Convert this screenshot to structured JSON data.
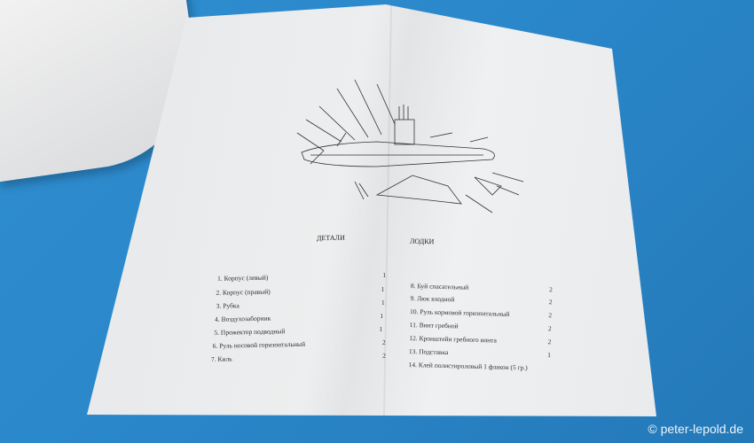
{
  "header_left": "ДЕТАЛИ",
  "header_right": "ЛОДКИ",
  "parts_left": [
    {
      "label": "1. Корпус (левый)",
      "qty": "1"
    },
    {
      "label": "2. Корпус (правый)",
      "qty": "1"
    },
    {
      "label": "3. Рубка",
      "qty": "1"
    },
    {
      "label": "4. Воздухозаборник",
      "qty": "1"
    },
    {
      "label": "5. Прожектор подводный",
      "qty": "1"
    },
    {
      "label": "6. Руль носовой горизонтальный",
      "qty": "2"
    },
    {
      "label": "7. Киль",
      "qty": "2"
    }
  ],
  "parts_right": [
    {
      "label": "8. Буй спасательный",
      "qty": "2"
    },
    {
      "label": "9. Люк входной",
      "qty": "2"
    },
    {
      "label": "10. Руль кормовой горизонтальный",
      "qty": "2"
    },
    {
      "label": "11. Винт гребной",
      "qty": "2"
    },
    {
      "label": "12. Кронштейн гребного винта",
      "qty": "2"
    },
    {
      "label": "13. Подставка",
      "qty": "1"
    },
    {
      "label": "14. Клей полистироловый 1 флакон (5 гр.)",
      "qty": ""
    }
  ],
  "watermark": "© peter-lepold.de"
}
